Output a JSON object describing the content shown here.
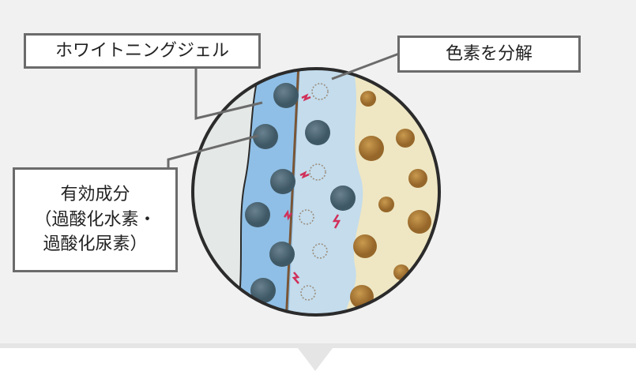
{
  "labels": {
    "gel": "ホワイトニングジェル",
    "decompose": "色素を分解",
    "ingredient_line1": "有効成分",
    "ingredient_line2": "（過酸化水素・",
    "ingredient_line3": "過酸化尿素）"
  },
  "colors": {
    "panel": "#f1f1f1",
    "gel_blue": "#8fbfe6",
    "light_blue": "#c4dcec",
    "enamel": "#efe7c3",
    "molecule": "#4e6675",
    "pigment": "#b07d35"
  }
}
